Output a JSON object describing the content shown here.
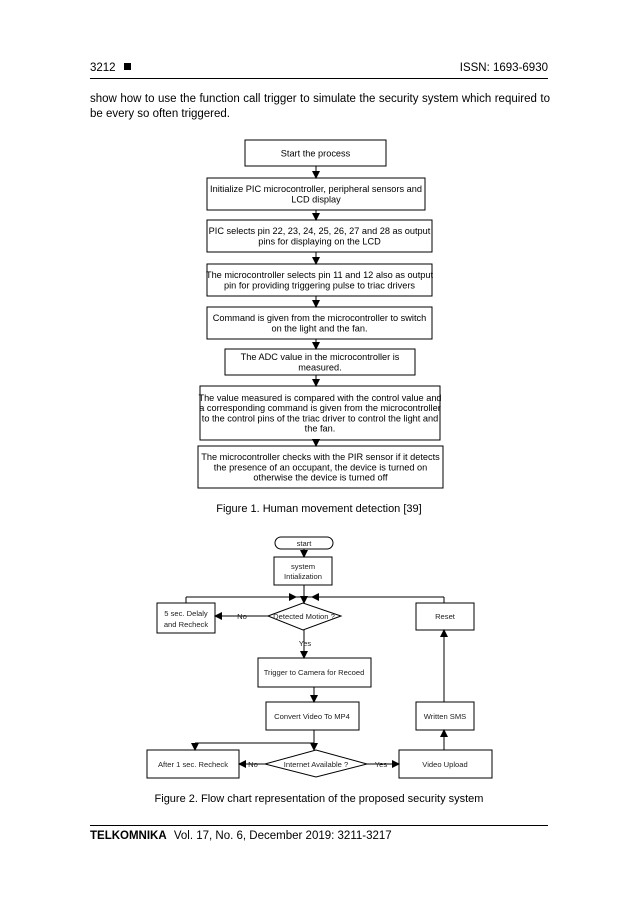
{
  "header": {
    "page_number": "3212",
    "issn": "ISSN: 1693-6930"
  },
  "body_text": "show how to use the function call trigger to simulate the security system which required to be every so often triggered.",
  "figure1": {
    "caption": "Figure 1. Human movement detection [39]",
    "steps": [
      [
        "Start the process"
      ],
      [
        "Initialize PIC microcontroller, peripheral sensors and",
        "LCD display"
      ],
      [
        "PIC selects pin 22, 23, 24, 25, 26, 27 and 28 as output",
        "pins for displaying on the LCD"
      ],
      [
        "The microcontroller selects pin 11 and 12 also as output",
        "pin for providing triggering pulse to triac drivers"
      ],
      [
        "Command is given from the microcontroller to switch",
        "on the light and the fan."
      ],
      [
        "The ADC value in the microcontroller is",
        "measured."
      ],
      [
        "The value measured is compared with the control value and",
        "a corresponding command is given from the microcontroller",
        "to the control pins of the triac driver to control the light and",
        "the fan."
      ],
      [
        "The microcontroller checks with the PIR sensor if it detects",
        "the presence of an occupant, the device is turned on",
        "otherwise the device is turned off"
      ]
    ]
  },
  "figure2": {
    "caption": "Figure 2. Flow chart representation of the proposed security system",
    "start": "start",
    "init": [
      "system",
      "Intialization"
    ],
    "detect": "Detected Motion ?",
    "delay": [
      "5 sec. Delaly",
      "and Recheck"
    ],
    "reset": "Reset",
    "trigger": "Trigger to Camera for Recoed",
    "convert": "Convert Video To MP4",
    "sms": "Written SMS",
    "internet": "Internet Available ?",
    "recheck": "After 1 sec. Recheck",
    "upload": "Video Upload",
    "no1": "No",
    "no2": "No",
    "yes1": "Yes",
    "yes2": "Yes"
  },
  "footer": {
    "journal": "TELKOMNIKA",
    "citation": "Vol. 17, No. 6, December 2019:  3211-3217"
  }
}
